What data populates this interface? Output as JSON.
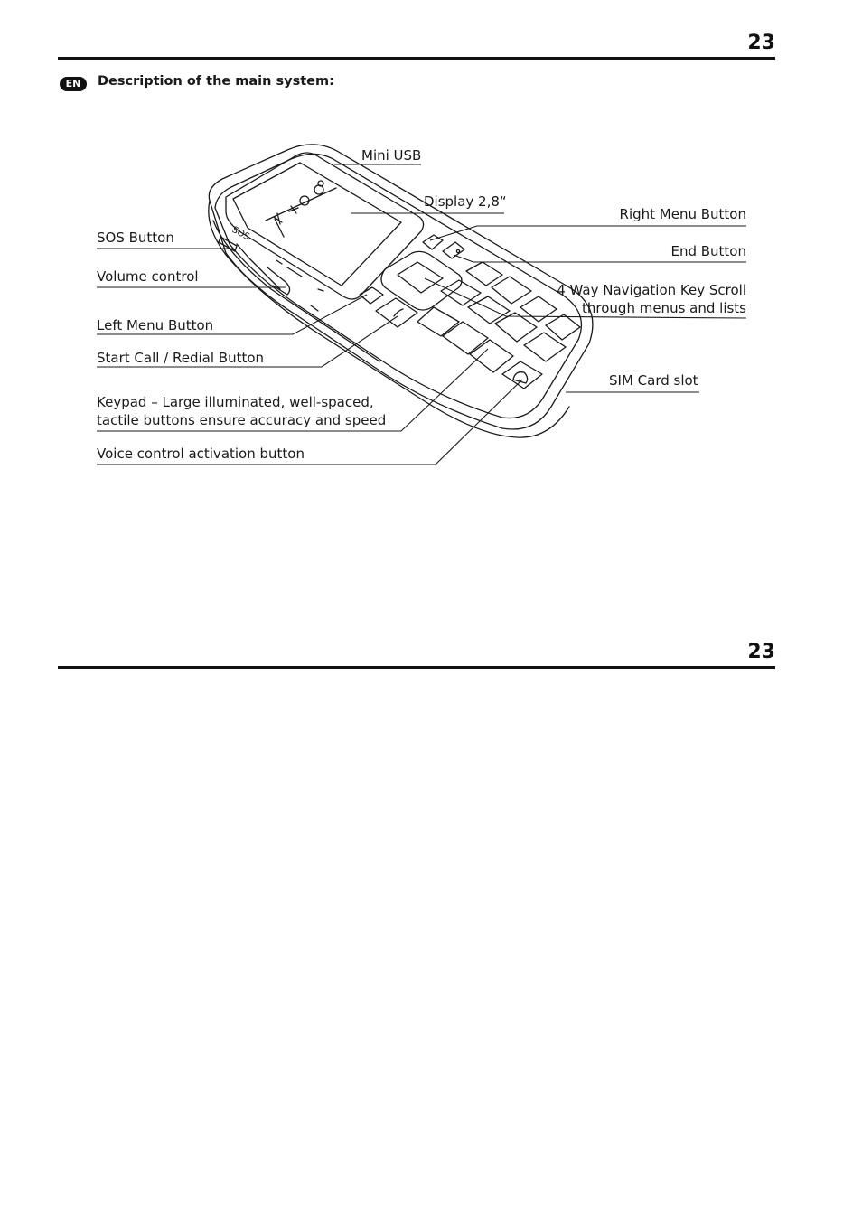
{
  "page": {
    "number_top": "23",
    "number_bottom": "23",
    "language_badge": "EN",
    "heading": "Description of the main system:"
  },
  "labels": {
    "mini_usb": "Mini USB",
    "display": "Display 2,8“",
    "right_menu_button": "Right Menu Button",
    "end_button": "End Button",
    "nav_key_line1": "4 Way Navigation Key Scroll",
    "nav_key_line2": "through menus and lists",
    "sim_card_slot": "SIM Card slot",
    "sos_button": "SOS Button",
    "volume_control": "Volume control",
    "left_menu_button": "Left Menu Button",
    "start_call_button": "Start Call / Redial Button",
    "keypad_line1": "Keypad – Large illuminated, well-spaced,",
    "keypad_line2": "tactile buttons ensure accuracy and speed",
    "voice_control_button": "Voice control activation button"
  },
  "phone_markings": {
    "sos": "SOS"
  }
}
